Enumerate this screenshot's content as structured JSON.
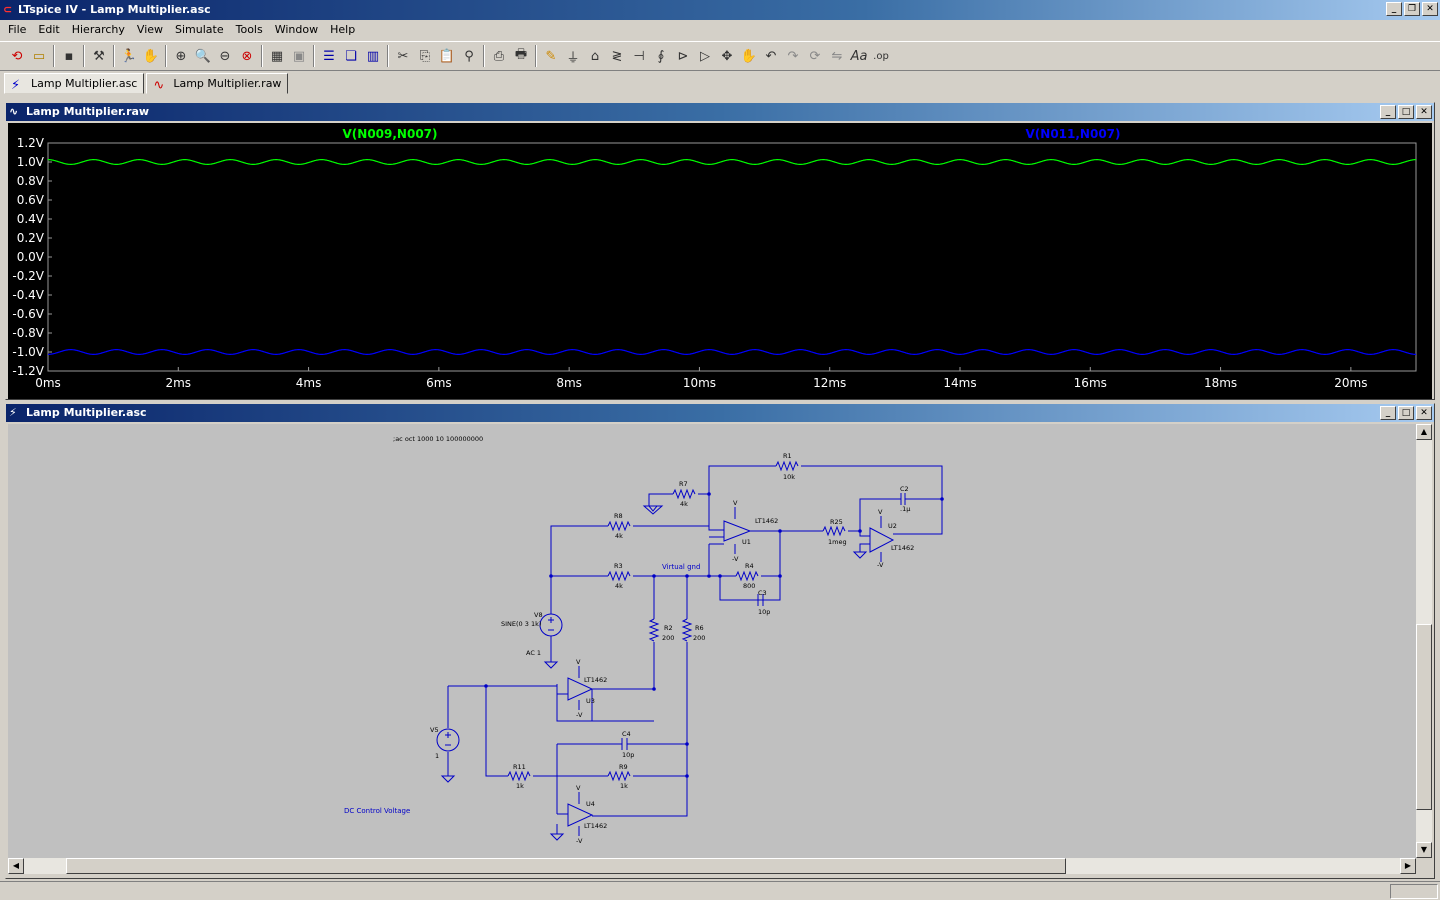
{
  "window": {
    "title": "LTspice IV - Lamp Multiplier.asc"
  },
  "menu": [
    {
      "label": "File"
    },
    {
      "label": "Edit"
    },
    {
      "label": "Hierarchy"
    },
    {
      "label": "View"
    },
    {
      "label": "Simulate"
    },
    {
      "label": "Tools"
    },
    {
      "label": "Window"
    },
    {
      "label": "Help"
    }
  ],
  "toolbar": {
    "icons": [
      "open-schematic-icon",
      "open-file-icon",
      "save-icon",
      "control-panel-icon",
      "run-icon",
      "halt-icon",
      "zoom-in-icon",
      "zoom-out-icon",
      "zoom-full-icon",
      "zoom-cancel-icon",
      "autorange-icon",
      "pan-icon",
      "tile-horizontal-icon",
      "cascade-icon",
      "tile-vertical-icon",
      "cut-icon",
      "copy-icon",
      "paste-icon",
      "find-icon",
      "print-setup-icon",
      "print-icon",
      "wire-icon",
      "ground-icon",
      "label-net-icon",
      "resistor-icon",
      "capacitor-icon",
      "inductor-icon",
      "diode-icon",
      "component-icon",
      "move-icon",
      "drag-icon",
      "undo-icon",
      "redo-icon",
      "rotate-icon",
      "mirror-icon",
      "text-icon",
      "spice-directive-icon"
    ]
  },
  "tabs": [
    {
      "label": "Lamp Multiplier.asc",
      "icon": "schematic-icon",
      "active": true
    },
    {
      "label": "Lamp Multiplier.raw",
      "icon": "waveform-icon",
      "active": false
    }
  ],
  "waveform_window": {
    "title": "Lamp Multiplier.raw"
  },
  "schematic_window": {
    "title": "Lamp Multiplier.asc"
  },
  "chart_data": {
    "type": "line",
    "series": [
      {
        "name": "V(N009,N007)",
        "color": "#00ff00",
        "mean": 1.0,
        "amplitude": 0.025,
        "cycles": 30
      },
      {
        "name": "V(N011,N007)",
        "color": "#0000ff",
        "mean": -1.0,
        "amplitude": 0.025,
        "cycles": 30
      }
    ],
    "xlim": [
      0,
      21
    ],
    "ylim": [
      -1.2,
      1.2
    ],
    "yticks": [
      "1.2V",
      "1.0V",
      "0.8V",
      "0.6V",
      "0.4V",
      "0.2V",
      "0.0V",
      "-0.2V",
      "-0.4V",
      "-0.6V",
      "-0.8V",
      "-1.0V",
      "-1.2V"
    ],
    "xticks": [
      "0ms",
      "2ms",
      "4ms",
      "6ms",
      "8ms",
      "10ms",
      "12ms",
      "14ms",
      "16ms",
      "18ms",
      "20ms"
    ],
    "grid": false
  },
  "schematic": {
    "directive": ";ac oct 1000 10 100000000",
    "labels": {
      "R1": "R1",
      "R1v": "10k",
      "R7": "R7",
      "R7v": "4k",
      "R8": "R8",
      "R8v": "4k",
      "R3": "R3",
      "R3v": "4k",
      "R4": "R4",
      "R4v": "800",
      "C3": "C3",
      "C3v": "10p",
      "C2": "C2",
      "C2v": ".1µ",
      "R25": "R25",
      "R25v": "1meg",
      "U1": "U1",
      "U2": "U2",
      "U3": "U3",
      "U4": "U4",
      "opamp": "LT1462",
      "virtual_gnd": "Virtual gnd",
      "V8": "V8",
      "V8v": "SINE(0 3 1k)",
      "V8ac": "AC 1",
      "R2": "R2",
      "R2v": "200",
      "R6": "R6",
      "R6v": "200",
      "V5": "V5",
      "V5v": "1",
      "C4": "C4",
      "C4v": "10p",
      "R11": "R11",
      "R11v": "1k",
      "R9": "R9",
      "R9v": "1k",
      "dc_ctrl": "DC Control Voltage",
      "vplus": "V",
      "vminus": "-V"
    }
  }
}
